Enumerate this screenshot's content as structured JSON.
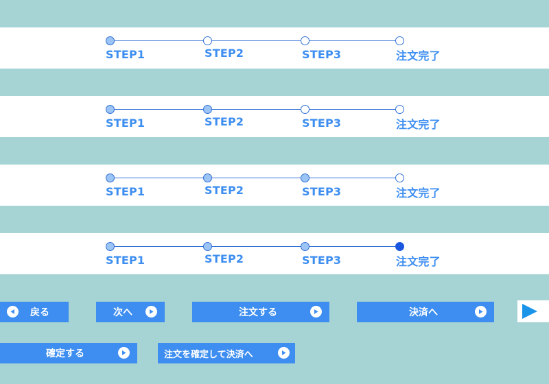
{
  "progress_bars": [
    {
      "steps": [
        "STEP1",
        "STEP2",
        "STEP3",
        "注文完了"
      ],
      "state": [
        "done",
        "pending",
        "pending",
        "pending"
      ]
    },
    {
      "steps": [
        "STEP1",
        "STEP2",
        "STEP3",
        "注文完了"
      ],
      "state": [
        "done",
        "done",
        "pending",
        "pending"
      ]
    },
    {
      "steps": [
        "STEP1",
        "STEP2",
        "STEP3",
        "注文完了"
      ],
      "state": [
        "done",
        "done",
        "done",
        "pending"
      ]
    },
    {
      "steps": [
        "STEP1",
        "STEP2",
        "STEP3",
        "注文完了"
      ],
      "state": [
        "done",
        "done",
        "done",
        "current"
      ]
    }
  ],
  "buttons": {
    "back": "戻る",
    "next": "次へ",
    "order": "注文する",
    "checkout": "決済へ",
    "confirm": "確定する",
    "confirm_checkout": "注文を確定して決済へ"
  },
  "icons": {
    "left_arrow": "left-arrow-icon",
    "right_arrow": "right-arrow-icon",
    "play": "play-icon"
  },
  "colors": {
    "background": "#a6d3d3",
    "accent": "#3d8ef0",
    "line": "#2f6fd6",
    "done_dot": "#9cc4f4",
    "current_dot": "#1a56e0"
  }
}
